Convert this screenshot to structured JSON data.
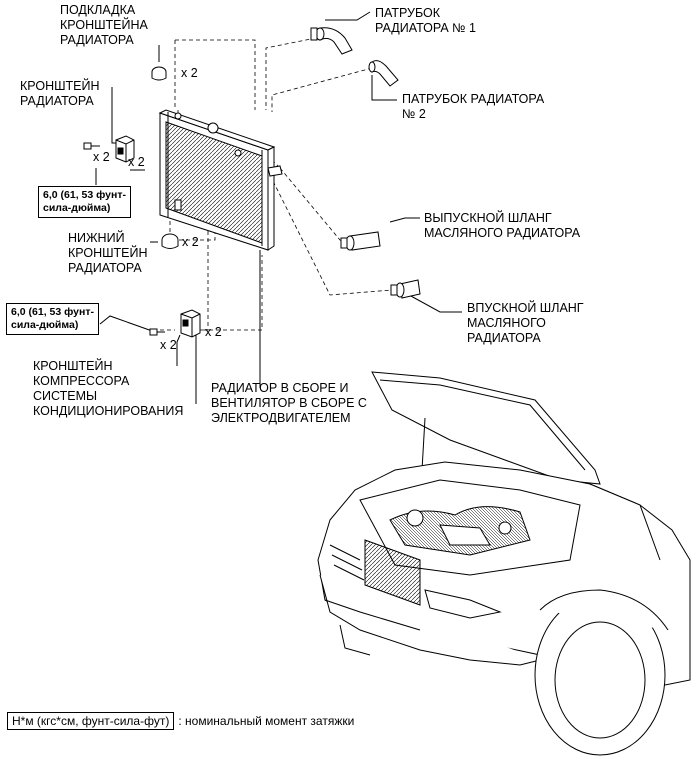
{
  "labels": {
    "pad": [
      "ПОДКЛАДКА",
      "КРОНШТЕЙНА",
      "РАДИАТОРА"
    ],
    "bracket": [
      "КРОНШТЕЙН",
      "РАДИАТОРА"
    ],
    "lower_bracket": [
      "НИЖНИЙ",
      "КРОНШТЕЙН",
      "РАДИАТОРА"
    ],
    "ac_bracket": [
      "КРОНШТЕЙН",
      "КОМПРЕССОРА",
      "СИСТЕМЫ",
      "КОНДИЦИОНИРОВАНИЯ"
    ],
    "hose1": [
      "ПАТРУБОК",
      "РАДИАТОРА № 1"
    ],
    "hose2": [
      "ПАТРУБОК РАДИАТОРА",
      "№ 2"
    ],
    "oil_out": [
      "ВЫПУСКНОЙ ШЛАНГ",
      "МАСЛЯНОГО РАДИАТОРА"
    ],
    "oil_in": [
      "ВПУСКНОЙ ШЛАНГ",
      "МАСЛЯНОГО",
      "РАДИАТОРА"
    ],
    "radiator": [
      "РАДИАТОР В СБОРЕ И",
      "ВЕНТИЛЯТОР В СБОРЕ С",
      "ЭЛЕКТРОДВИГАТЕЛЕМ"
    ]
  },
  "quantities": {
    "pad": "x 2",
    "bolt_upper": "x 2",
    "bracket": "x 2",
    "lower_bracket": "x 2",
    "bolt_lower": "x 2",
    "ac_bracket": "x 2"
  },
  "torques": {
    "upper": [
      "6,0 (61, 53 фунт-",
      "сила-дюйма)"
    ],
    "lower": [
      "6,0 (61, 53 фунт-",
      "сила-дюйма)"
    ]
  },
  "legend": {
    "unit": "Н*м (кгс*см, фунт-сила-фут)",
    "text": ": номинальный момент затяжки"
  }
}
